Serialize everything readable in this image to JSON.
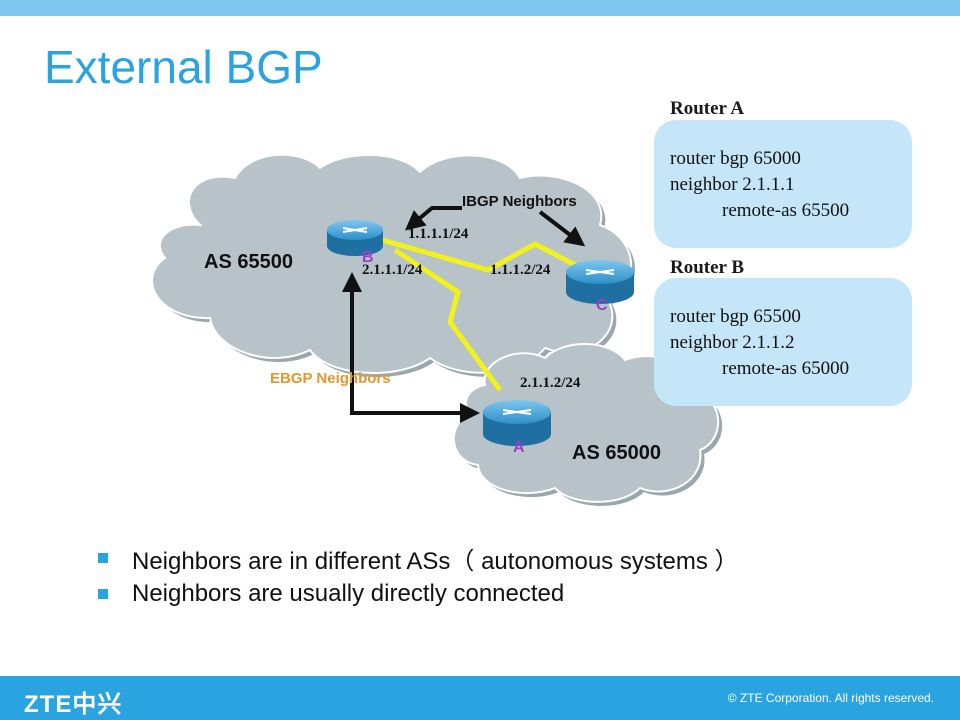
{
  "slide": {
    "title": "External BGP"
  },
  "diagram": {
    "as_large_label": "AS 65500",
    "as_small_label": "AS 65000",
    "ibgp_label": "IBGP Neighbors",
    "ebgp_label": "EBGP Neighbors",
    "routers": {
      "b": "B",
      "c": "C",
      "a": "A"
    },
    "addresses": {
      "b_to_c": "1.1.1.1/24",
      "c_to_b": "1.1.1.2/24",
      "b_to_a": "2.1.1.1/24",
      "a_to_b": "2.1.1.2/24"
    },
    "colors": {
      "cloud_fill": "#b7c3c8",
      "link_yellow": "#f2f21a",
      "router_blue": "#2e8fc9",
      "router_label": "#9b3fc8",
      "ebgp_label": "#e8962a"
    }
  },
  "configs": {
    "router_a": {
      "label": "Router A",
      "line1": "router bgp 65000",
      "line2": "neighbor 2.1.1.1",
      "line3": "remote-as 65500"
    },
    "router_b": {
      "label": "Router B",
      "line1": "router bgp 65500",
      "line2": "neighbor 2.1.1.2",
      "line3": "remote-as 65000"
    }
  },
  "bullets": [
    "Neighbors are in different ASs（ autonomous systems ）",
    "Neighbors are usually directly connected"
  ],
  "footer": {
    "logo": "ZTE中兴",
    "copyright": "© ZTE Corporation. All rights reserved."
  }
}
